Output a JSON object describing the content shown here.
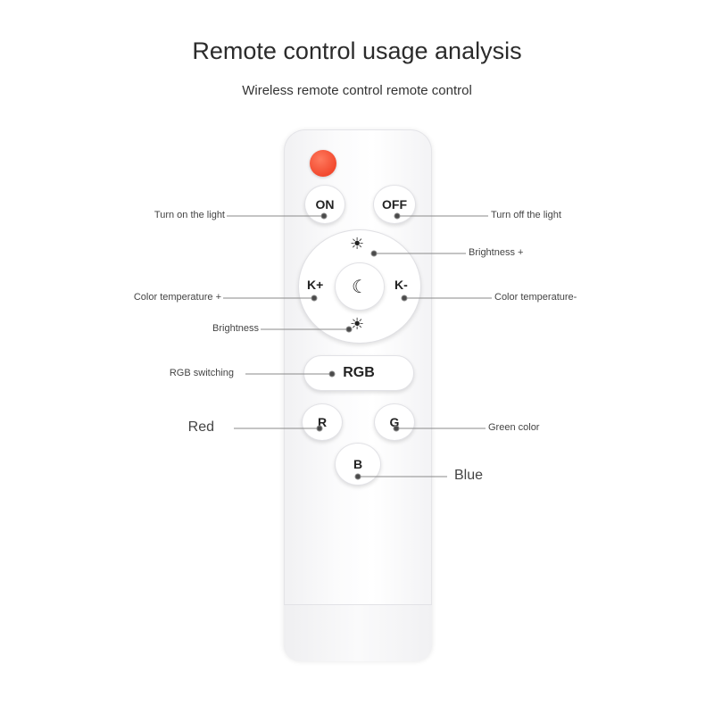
{
  "header": {
    "title": "Remote control usage analysis",
    "subtitle": "Wireless remote control remote control"
  },
  "remote": {
    "on_label": "ON",
    "off_label": "OFF",
    "k_plus_label": "K+",
    "k_minus_label": "K-",
    "brightness_up_icon": "sun-icon",
    "brightness_down_icon": "sun-icon",
    "center_icon": "moon-icon",
    "center_symbol": "☾",
    "sun_symbol": "☀",
    "rgb_label": "RGB",
    "r_label": "R",
    "g_label": "G",
    "b_label": "B",
    "power_color": "#f2492e"
  },
  "callouts": {
    "turn_on": "Turn on the light",
    "turn_off": "Turn off the light",
    "brightness_up": "Brightness +",
    "color_temp_up": "Color temperature +",
    "color_temp_down": "Color temperature-",
    "brightness_down": "Brightness",
    "rgb_switching": "RGB switching",
    "red": "Red",
    "green": "Green color",
    "blue": "Blue"
  }
}
